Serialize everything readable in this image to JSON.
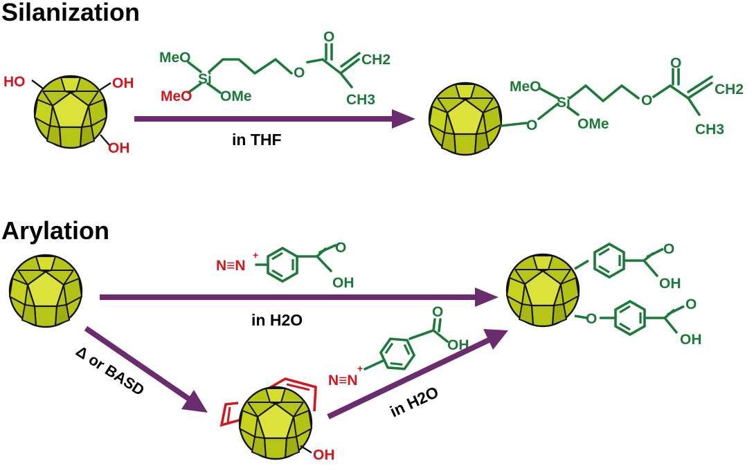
{
  "titles": {
    "silanization": "Silanization",
    "arylation": "Arylation"
  },
  "colors": {
    "arrow": "#6b2c6f",
    "green": "#1b7a3a",
    "red": "#d4151b",
    "particle_face": "#c9d61f",
    "particle_light": "#dbe23c",
    "particle_dark": "#a7b414",
    "black": "#111111"
  },
  "silanization": {
    "reactant_groups": {
      "ho_left": "HO",
      "oh_top_right": "OH",
      "oh_bottom_right": "OH"
    },
    "reagent": {
      "meo_top": "MeO",
      "si": "Si",
      "meo_left": "MeO",
      "ome": "OMe",
      "ester_o": "O",
      "carbonyl_o": "O",
      "ch2": "CH2",
      "ch3": "CH3"
    },
    "condition": "in THF",
    "product": {
      "meo": "MeO",
      "si": "Si",
      "o_link": "O",
      "ome": "OMe",
      "ester_o": "O",
      "carbonyl_o": "O",
      "ch2": "CH2",
      "ch3": "CH3"
    }
  },
  "arylation": {
    "reagent_top": {
      "diazonium": "N≡N",
      "charge": "+",
      "carbonyl_o": "O",
      "oh": "OH"
    },
    "condition_top": "in H2O",
    "condition_diag_left": "Δ or BASD",
    "reagent_mid": {
      "diazonium": "N≡N",
      "charge": "+",
      "carbonyl_o": "O",
      "oh": "OH"
    },
    "condition_diag_right": "in H2O",
    "intermediate": {
      "oh": "OH"
    },
    "product": {
      "o_link": "O",
      "acid1_o": "O",
      "acid1_oh": "OH",
      "acid2_o": "O",
      "acid2_oh": "OH"
    }
  }
}
